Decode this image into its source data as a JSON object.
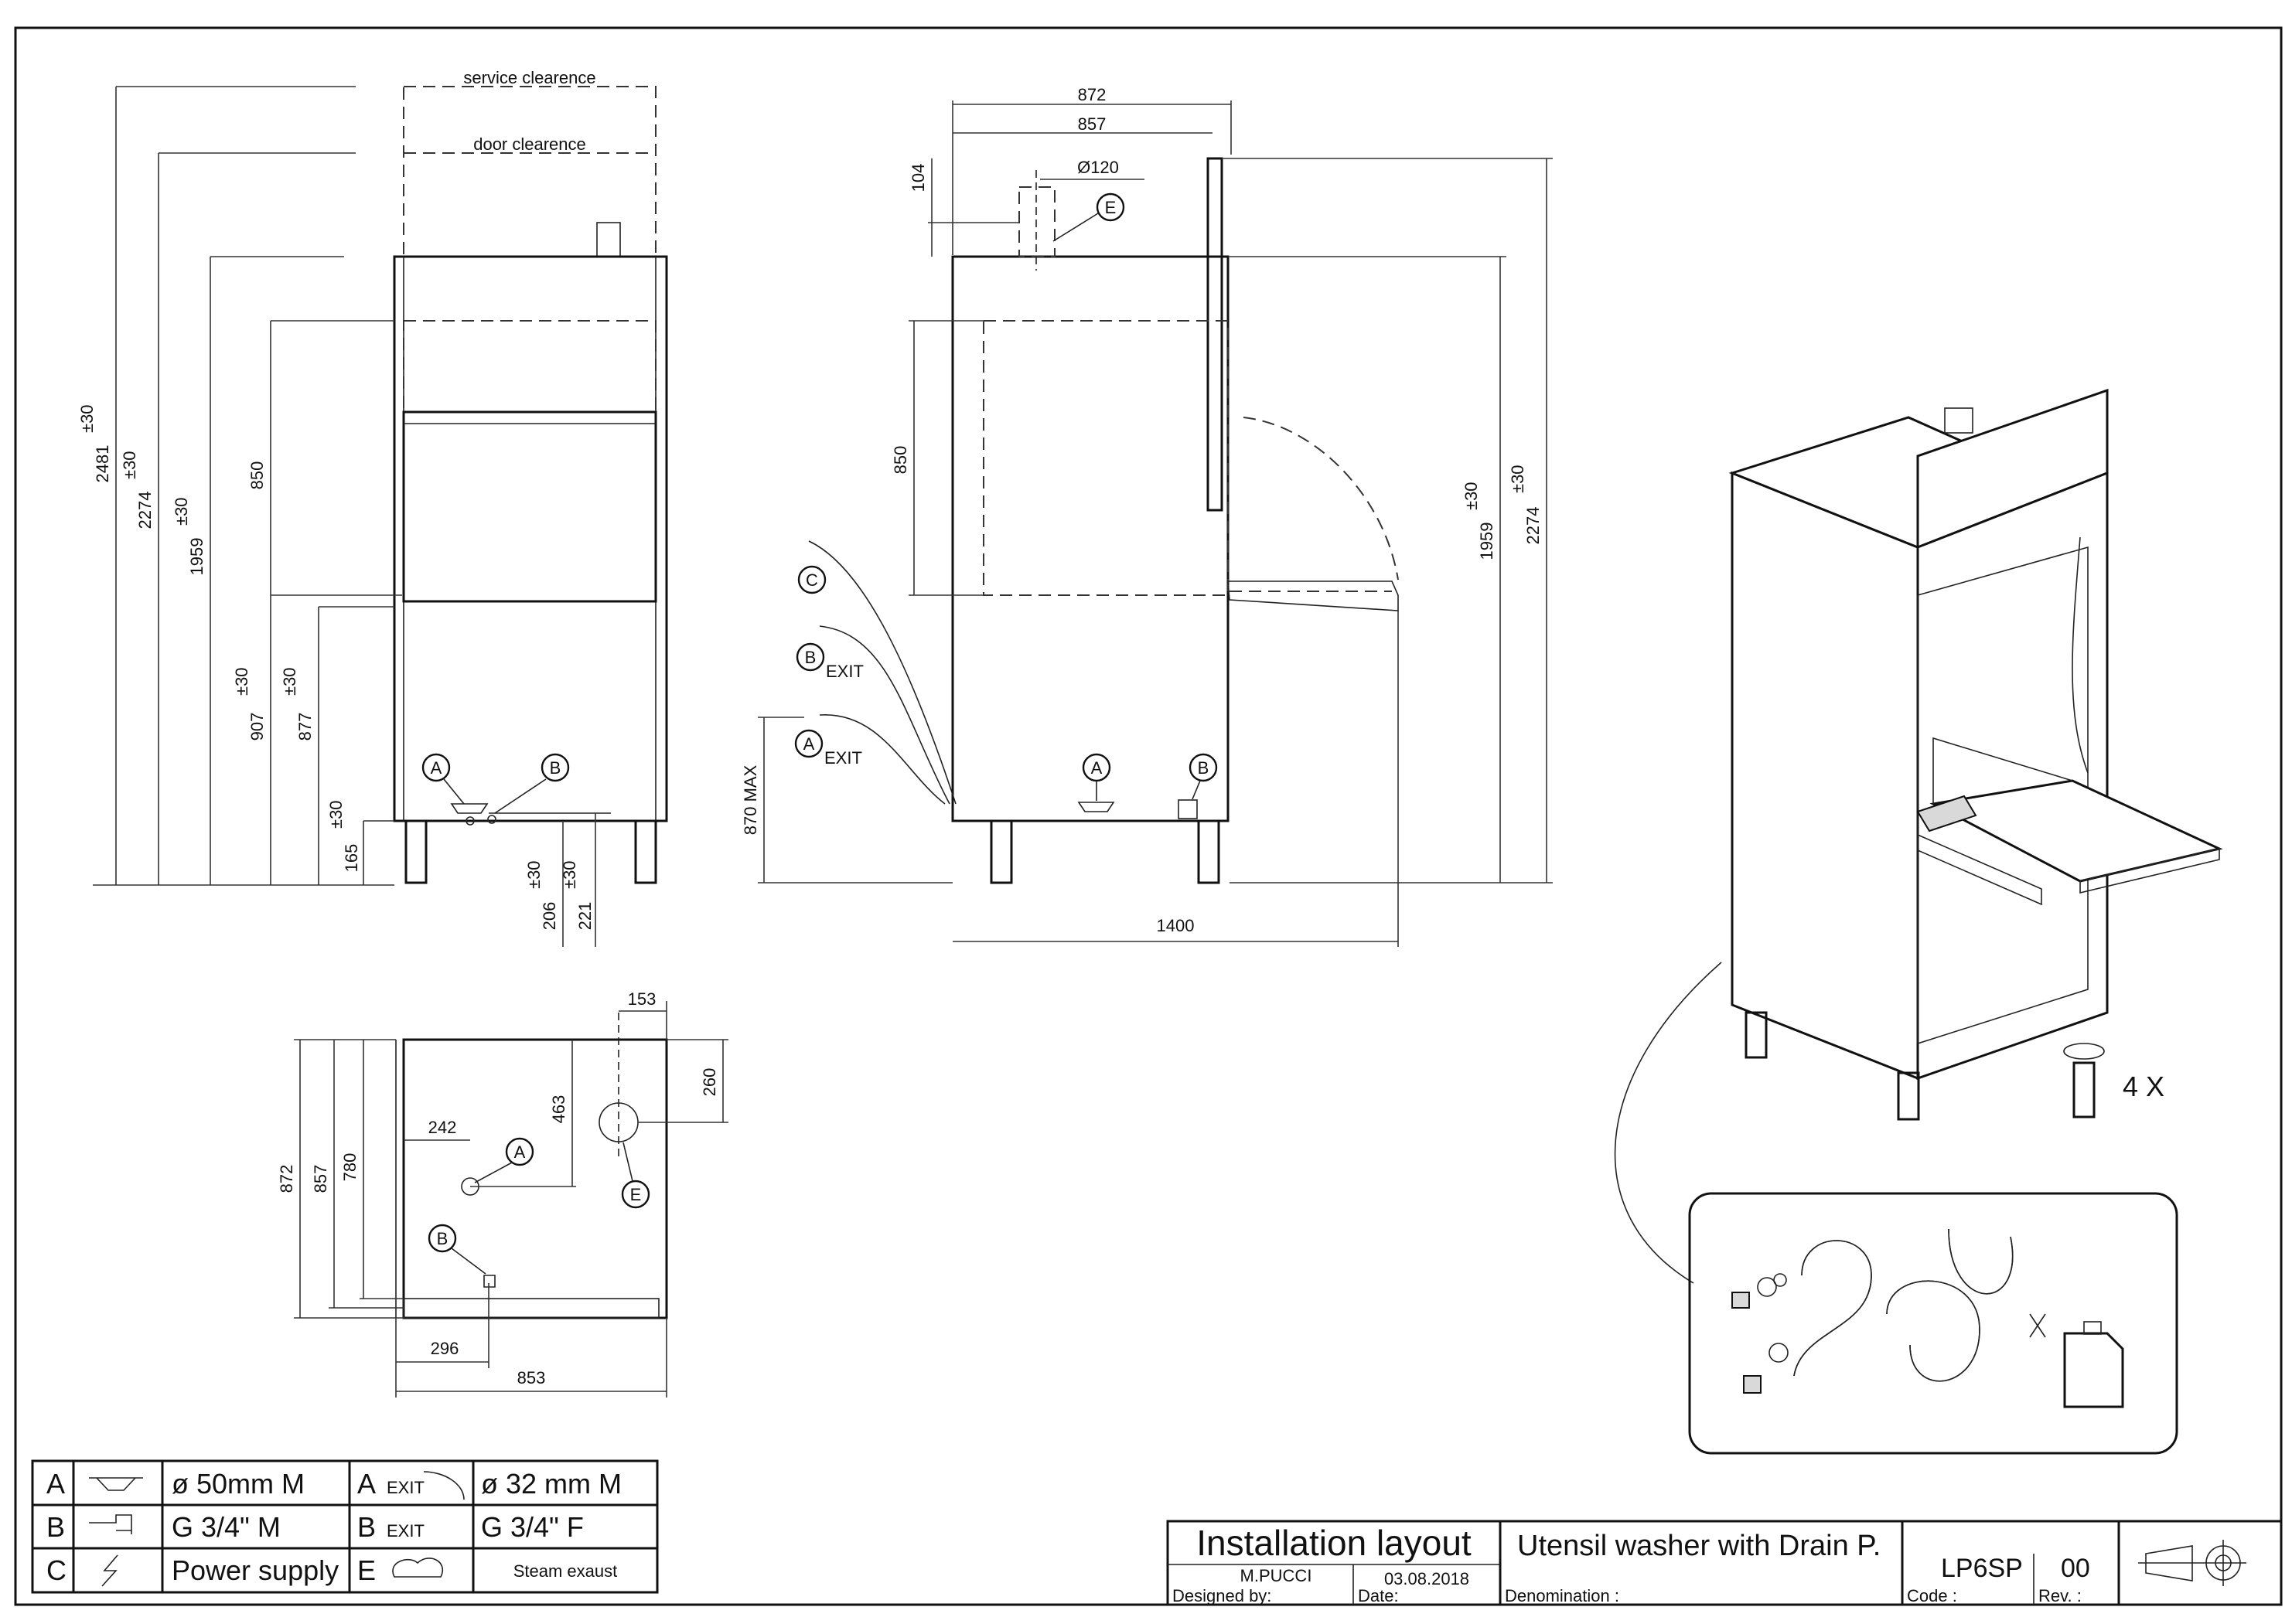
{
  "clearance": {
    "service": "service clearence",
    "door": "door clearence"
  },
  "front_view": {
    "dims": {
      "h2481": "2481",
      "h2274": "2274",
      "h1959": "1959",
      "h850": "850",
      "h907": "907",
      "h877": "877",
      "h165": "165",
      "h206": "206",
      "h221": "221",
      "tol": "±30"
    },
    "markers": {
      "a": "A",
      "b": "B"
    }
  },
  "side_view": {
    "dims": {
      "w872": "872",
      "w857": "857",
      "h104": "104",
      "dia": "Ø120",
      "h850": "850",
      "h870": "870 MAX",
      "w1400": "1400",
      "h1959": "1959",
      "h2274": "2274",
      "tol": "±30"
    },
    "markers": {
      "e": "E",
      "c": "C",
      "b": "B",
      "a": "A",
      "a2": "A",
      "b2": "B",
      "exit": "EXIT"
    }
  },
  "plan_view": {
    "dims": {
      "d153": "153",
      "d260": "260",
      "d242": "242",
      "d463": "463",
      "d872": "872",
      "d857": "857",
      "d780": "780",
      "d296": "296",
      "d853": "853"
    },
    "markers": {
      "a": "A",
      "b": "B",
      "e": "E"
    }
  },
  "legend": {
    "rows": [
      {
        "key": "A",
        "spec": "ø 50mm M",
        "key2": "A",
        "sub2": "EXIT",
        "spec2": "ø 32 mm M"
      },
      {
        "key": "B",
        "spec": "G 3/4\" M",
        "key2": "B",
        "sub2": "EXIT",
        "spec2": "G 3/4\" F"
      },
      {
        "key": "C",
        "spec": "Power supply",
        "key2": "E",
        "sub2": "",
        "spec2": "Steam exaust"
      }
    ]
  },
  "iso": {
    "qty": "4 X"
  },
  "title_block": {
    "title": "Installation layout",
    "designer": "M.PUCCI",
    "date": "03.08.2018",
    "designed_by_label": "Designed by:",
    "date_label": "Date:",
    "denomination": "Utensil washer with Drain P.",
    "denomination_label": "Denomination :",
    "code": "LP6SP",
    "code_label": "Code :",
    "rev": "00",
    "rev_label": "Rev. :"
  }
}
